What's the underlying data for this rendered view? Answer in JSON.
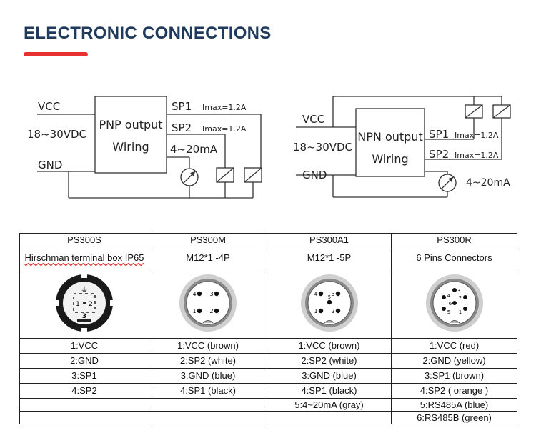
{
  "header": {
    "title": "ELECTRONIC CONNECTIONS",
    "accent_color": "#e8302e",
    "title_color": "#1f3a5c"
  },
  "pnp": {
    "vcc": "VCC",
    "voltage": "18~30VDC",
    "gnd": "GND",
    "box_line1": "PNP output",
    "box_line2": "Wiring",
    "sp1": "SP1",
    "sp2": "SP2",
    "imax1": "Imax=1.2A",
    "imax2": "Imax=1.2A",
    "analog": "4~20mA"
  },
  "npn": {
    "vcc": "VCC",
    "voltage": "18~30VDC",
    "gnd": "GND",
    "box_line1": "NPN output",
    "box_line2": "Wiring",
    "sp1": "SP1",
    "sp2": "SP2",
    "imax1": "Imax=1.2A",
    "imax2": "Imax=1.2A",
    "analog": "4~20mA"
  },
  "table": {
    "models": [
      "PS300S",
      "PS300M",
      "PS300A1",
      "PS300R"
    ],
    "descriptions": [
      "Hirschman terminal box IP65",
      "M12*1 -4P",
      "M12*1 -5P",
      "6 Pins Connectors"
    ],
    "connectors": {
      "ps300s": {
        "pins": [
          "1",
          "2",
          "3"
        ],
        "ground": "⏚"
      },
      "ps300m": {
        "pins": [
          "4",
          "3",
          "1",
          "2"
        ]
      },
      "ps300a1": {
        "pins": [
          "4",
          "3",
          "5",
          "1",
          "2"
        ]
      },
      "ps300r": {
        "pins": [
          "4",
          "3",
          "2",
          "6",
          "1",
          "5"
        ]
      }
    },
    "rows": [
      [
        "1:VCC",
        "1:VCC (brown)",
        "1:VCC (brown)",
        "1:VCC (red)"
      ],
      [
        "2:GND",
        "2:SP2 (white)",
        "2:SP2 (white)",
        "2:GND (yellow)"
      ],
      [
        "3:SP1",
        "3:GND (blue)",
        "3:GND (blue)",
        "3:SP1 (brown)"
      ],
      [
        "4:SP2",
        "4:SP1 (black)",
        "4:SP1 (black)",
        "4:SP2 ( orange )"
      ],
      [
        "",
        "",
        "5:4~20mA (gray)",
        "5:RS485A (blue)"
      ],
      [
        "",
        "",
        "",
        "6:RS485B (green)"
      ]
    ]
  }
}
